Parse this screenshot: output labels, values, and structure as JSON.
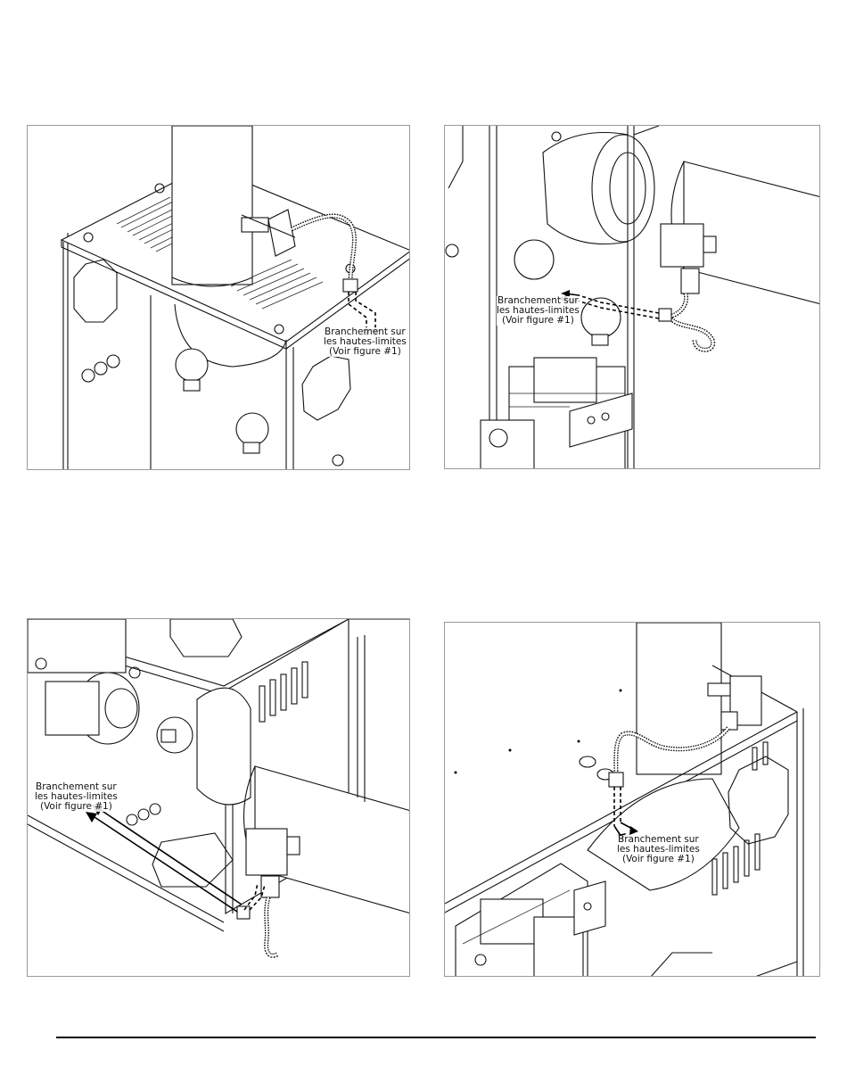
{
  "panels": [
    {
      "id": "top-left",
      "note_lines": [
        "Branchement sur",
        "les hautes-limites",
        "(Voir figure #1)"
      ]
    },
    {
      "id": "top-right",
      "note_lines": [
        "Branchement sur",
        "les hautes-limites",
        "(Voir figure #1)"
      ]
    },
    {
      "id": "bottom-left",
      "note_lines": [
        "Branchement sur",
        "les hautes-limites",
        "(Voir figure #1)"
      ]
    },
    {
      "id": "bottom-right",
      "note_lines": [
        "Branchement sur",
        "les hautes-limites",
        "(Voir figure #1)"
      ]
    }
  ],
  "icons": {
    "arrow": "arrow-icon",
    "connector": "limit-switch-connector-icon",
    "conduit": "flexible-conduit-icon"
  }
}
